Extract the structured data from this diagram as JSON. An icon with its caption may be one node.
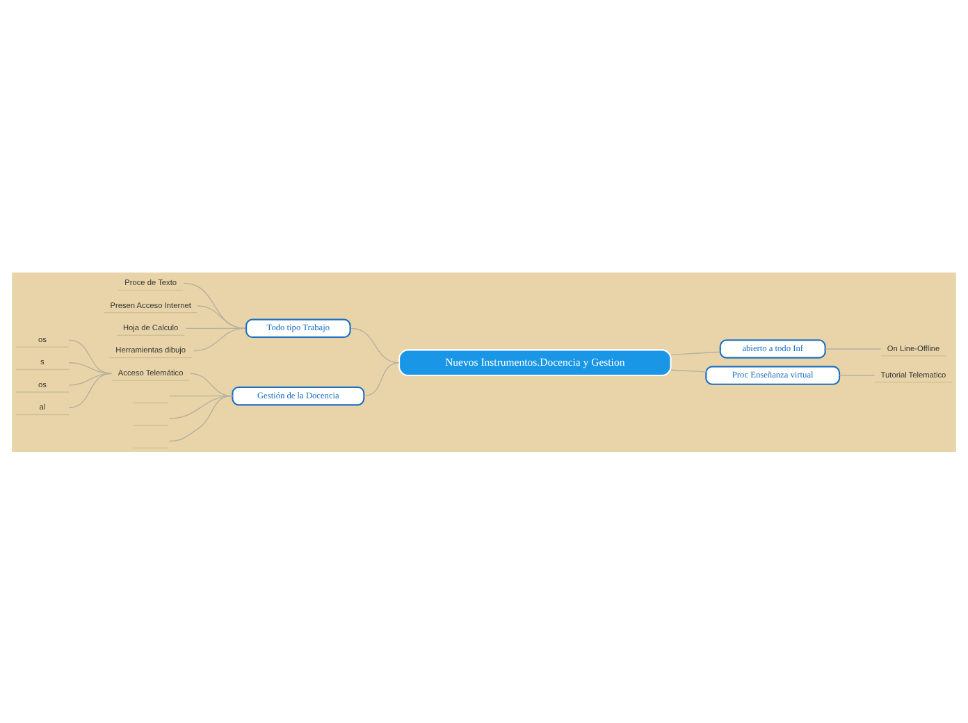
{
  "diagram": {
    "nodes": [
      {
        "text": [
          "Nuevos Instrumentos.Docencia y Gestion"
        ]
      },
      {
        "text": [
          "Todo tipo Trabajo"
        ]
      },
      {
        "text": [
          "Proce de Texto"
        ]
      },
      {
        "text": [
          "Presen Acceso Internet"
        ]
      },
      {
        "text": [
          "Hoja de Calculo"
        ]
      },
      {
        "text": [
          "Herramientas dibujo"
        ]
      },
      {
        "text": [
          "Gestión de la Docencia"
        ]
      },
      {
        "text": [
          "Acceso Telemático"
        ]
      },
      {
        "text": [
          "os"
        ]
      },
      {
        "text": [
          "s"
        ]
      },
      {
        "text": [
          "os"
        ]
      },
      {
        "text": [
          "al"
        ]
      },
      {
        "text": [],
        "shape": "line"
      },
      {
        "text": [],
        "shape": "line"
      },
      {
        "text": [],
        "shape": "line"
      },
      {
        "text": [
          "abierto a todo Inf"
        ]
      },
      {
        "text": [
          "On Line-Offline"
        ]
      },
      {
        "text": [
          "Proc Enseñanza virtual"
        ]
      },
      {
        "text": [
          "Tutorial Telematico"
        ]
      }
    ],
    "edges": [
      {
        "from": 0,
        "to": 1,
        "arrow": "none"
      },
      {
        "from": 1,
        "to": 2,
        "arrow": "none"
      },
      {
        "from": 1,
        "to": 3,
        "arrow": "none"
      },
      {
        "from": 1,
        "to": 4,
        "arrow": "none"
      },
      {
        "from": 1,
        "to": 5,
        "arrow": "none"
      },
      {
        "from": 0,
        "to": 6,
        "arrow": "none"
      },
      {
        "from": 6,
        "to": 7,
        "arrow": "none"
      },
      {
        "from": 7,
        "to": 8,
        "arrow": "none"
      },
      {
        "from": 7,
        "to": 9,
        "arrow": "none"
      },
      {
        "from": 7,
        "to": 10,
        "arrow": "none"
      },
      {
        "from": 7,
        "to": 11,
        "arrow": "none"
      },
      {
        "from": 6,
        "to": 12,
        "arrow": "none"
      },
      {
        "from": 6,
        "to": 13,
        "arrow": "none"
      },
      {
        "from": 6,
        "to": 14,
        "arrow": "none"
      },
      {
        "from": 0,
        "to": 15,
        "arrow": "none"
      },
      {
        "from": 15,
        "to": 16,
        "arrow": "none"
      },
      {
        "from": 0,
        "to": 17,
        "arrow": "none"
      },
      {
        "from": 17,
        "to": 18,
        "arrow": "none"
      }
    ]
  }
}
